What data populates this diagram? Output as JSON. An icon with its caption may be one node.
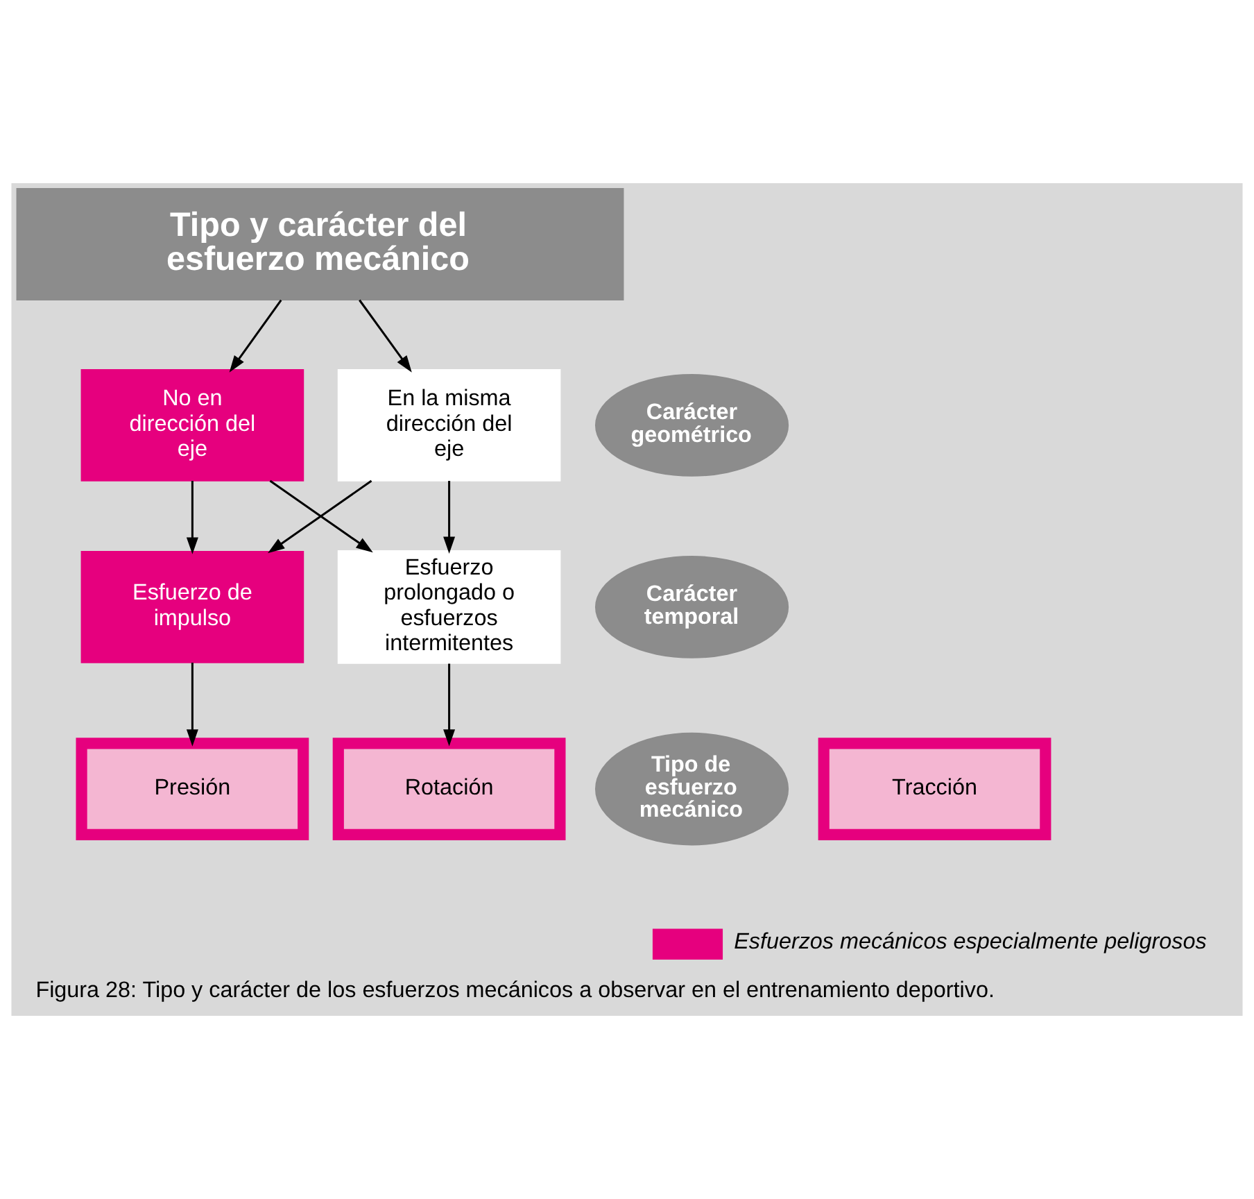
{
  "diagram": {
    "caption": "Figura 28: Tipo y carácter de los esfuerzos mecánicos a observar en el entrenamiento deportivo.",
    "nodes": [
      {
        "text": [
          "Tipo y carácter del esfuerzo mecánico"
        ]
      },
      {
        "text": [
          "Carácter geométrico"
        ]
      },
      {
        "text": [
          "No en dirección del eje"
        ]
      },
      {
        "text": [
          "En la misma dirección del eje"
        ]
      },
      {
        "text": [
          "Carácter temporal"
        ]
      },
      {
        "text": [
          "Esfuerzo de impulso"
        ]
      },
      {
        "text": [
          "Esfuerzo prolongado o esfuerzos intermitentes"
        ]
      },
      {
        "text": [
          "Tipo de esfuerzo mecánico"
        ]
      },
      {
        "text": [
          "Presión"
        ]
      },
      {
        "text": [
          "Tracción"
        ]
      },
      {
        "text": [
          "Rotación"
        ]
      }
    ],
    "edges": [
      {
        "from": 0,
        "to": 2,
        "arrow": "to"
      },
      {
        "from": 0,
        "to": 3,
        "arrow": "to"
      },
      {
        "from": 2,
        "to": 5,
        "arrow": "to"
      },
      {
        "from": 2,
        "to": 6,
        "arrow": "to"
      },
      {
        "from": 3,
        "to": 5,
        "arrow": "to"
      },
      {
        "from": 3,
        "to": 6,
        "arrow": "to"
      },
      {
        "from": 5,
        "to": 8,
        "arrow": "to"
      },
      {
        "from": 6,
        "to": 10,
        "arrow": "to"
      }
    ],
    "legend": [
      {
        "text": "Esfuerzos mecánicos especialmente peligrosos",
        "color": "#e6007e"
      }
    ]
  }
}
